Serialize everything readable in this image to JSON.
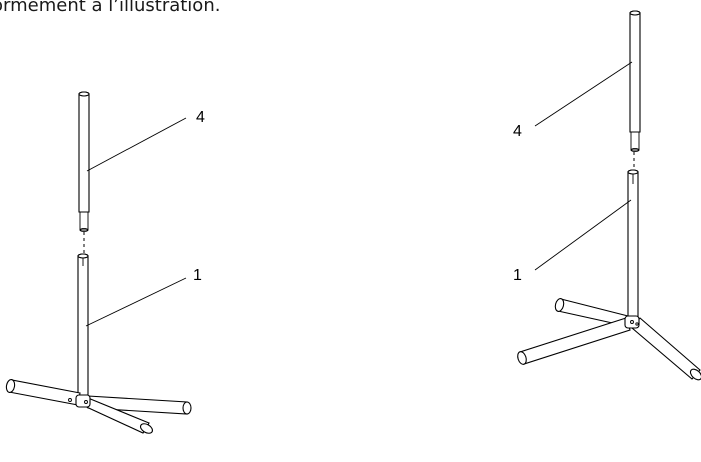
{
  "caption": "ormément à l’illustration.",
  "left_assembly": {
    "callout_top": "4",
    "callout_bottom": "1"
  },
  "right_assembly": {
    "callout_top": "4",
    "callout_bottom": "1"
  }
}
